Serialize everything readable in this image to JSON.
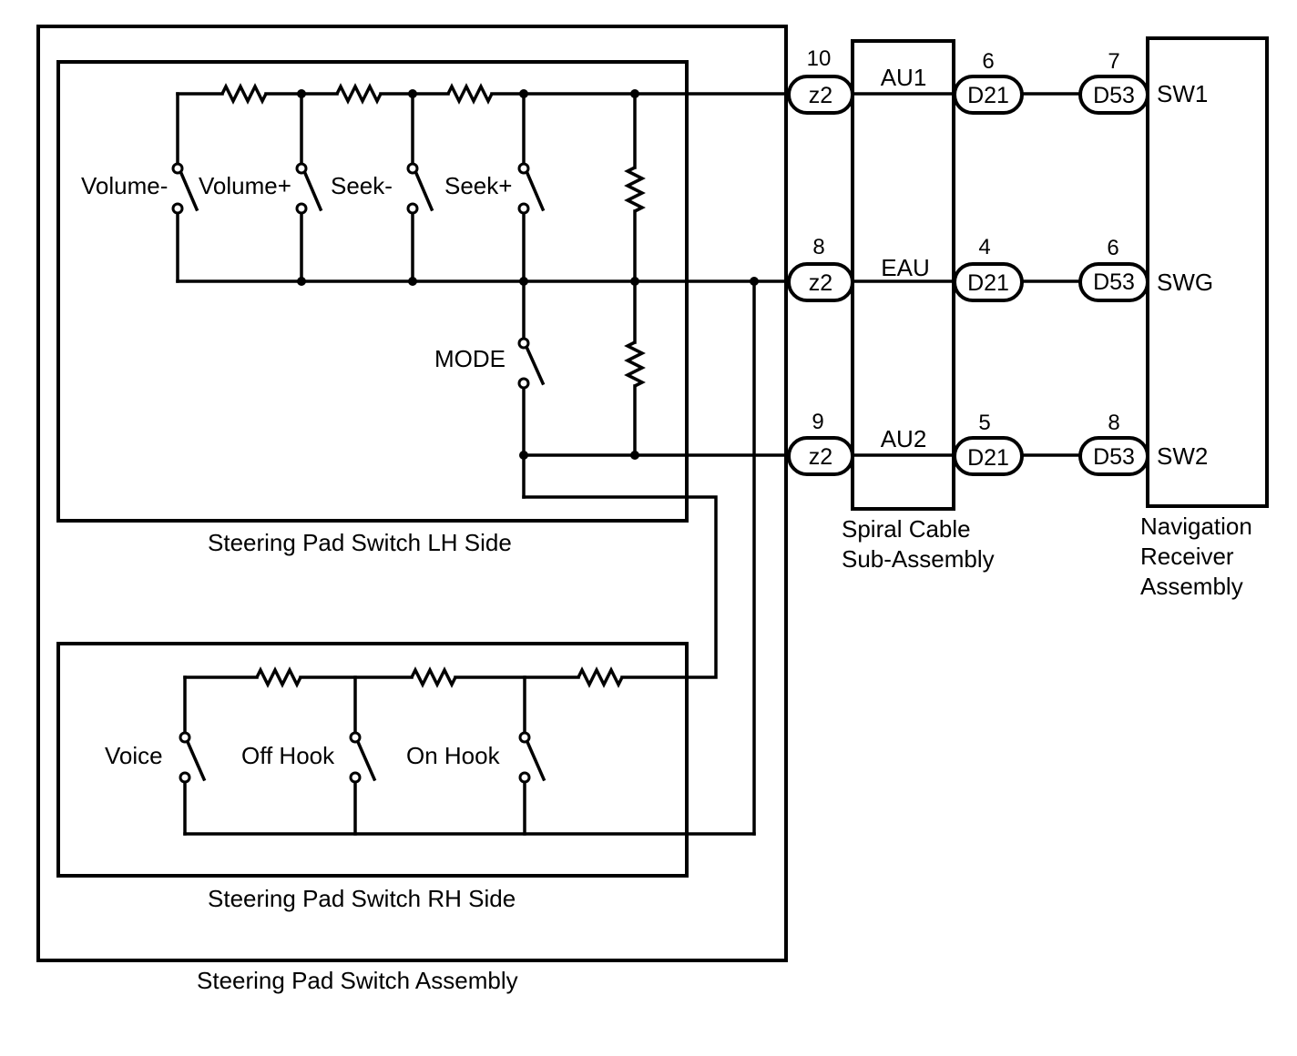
{
  "labels": {
    "assembly": "Steering Pad Switch Assembly",
    "lh_side": "Steering Pad Switch LH Side",
    "rh_side": "Steering Pad Switch RH Side",
    "spiral_line1": "Spiral Cable",
    "spiral_line2": "Sub-Assembly",
    "nav_line1": "Navigation",
    "nav_line2": "Receiver",
    "nav_line3": "Assembly"
  },
  "lh_switches": [
    "Volume-",
    "Volume+",
    "Seek-",
    "Seek+",
    "MODE"
  ],
  "rh_switches": [
    "Voice",
    "Off Hook",
    "On Hook"
  ],
  "circuits": [
    {
      "z2_pin": "10",
      "z2": "z2",
      "signal": "AU1",
      "d21_pin": "6",
      "d21": "D21",
      "d53_pin": "7",
      "d53": "D53",
      "receiver": "SW1"
    },
    {
      "z2_pin": "8",
      "z2": "z2",
      "signal": "EAU",
      "d21_pin": "4",
      "d21": "D21",
      "d53_pin": "6",
      "d53": "D53",
      "receiver": "SWG"
    },
    {
      "z2_pin": "9",
      "z2": "z2",
      "signal": "AU2",
      "d21_pin": "5",
      "d21": "D21",
      "d53_pin": "8",
      "d53": "D53",
      "receiver": "SW2"
    }
  ]
}
